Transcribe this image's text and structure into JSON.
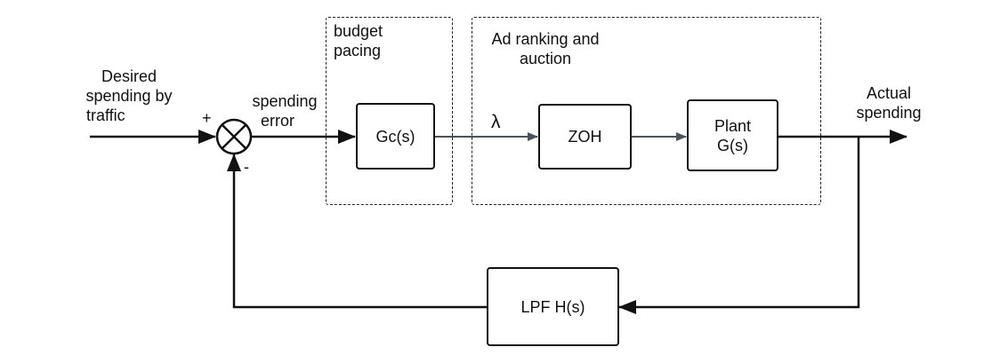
{
  "input": {
    "line1": "Desired",
    "line2": "spending by",
    "line3": "traffic"
  },
  "summing_junction": {
    "plus": "+",
    "minus": "-"
  },
  "error_label": {
    "line1": "spending",
    "line2": "error"
  },
  "groups": {
    "budget_pacing": {
      "line1": "budget",
      "line2": "pacing"
    },
    "ad_ranking": {
      "line1": "Ad ranking and",
      "line2": "auction"
    }
  },
  "blocks": {
    "controller": "Gc(s)",
    "zoh": "ZOH",
    "plant": {
      "line1": "Plant",
      "line2": "G(s)"
    },
    "filter": "LPF H(s)"
  },
  "lambda_label": "λ",
  "output": {
    "line1": "Actual",
    "line2": "spending"
  },
  "colors": {
    "line": "#111111",
    "signal_line": "#4a525c",
    "dashed_border": "#222222"
  }
}
